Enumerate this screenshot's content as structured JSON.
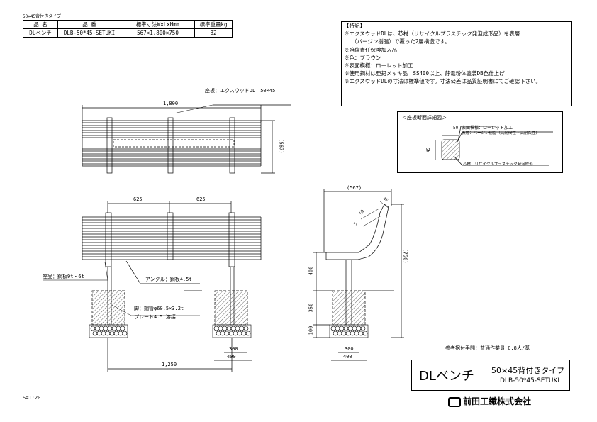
{
  "header": {
    "type_label": "50×45背付きタイプ"
  },
  "spec_table": {
    "headers": [
      "品 名",
      "品 番",
      "標準寸法W×L×Hmm",
      "標準重量kg"
    ],
    "row": [
      "DLベンチ",
      "DLB-50*45-SETUKI",
      "567×1,800×750",
      "82"
    ]
  },
  "features": {
    "title": "【特記】",
    "lines": [
      "※エクスウッドDLは、芯材（リサイクルプラスチック発泡成形品）を表層",
      "（バージン樹脂）で覆った2層構造です。",
      "※賠償責任保険加入品",
      "※色：ブラウン",
      "※表面模様：ローレット加工",
      "※使用鋼材は亜鉛メッキ品　SS400以上、静電粉体塗装DB色仕上げ",
      "※エクスウッドDLの寸法は標準値です。寸法公差は品質証明書にてご確認下さい。"
    ]
  },
  "section_detail": {
    "title": "＜座板断面詳細図＞",
    "label_pattern": "表面模様：ローレット加工",
    "label_surface": "表層：バージン樹脂（高耐候性・高耐久性）",
    "label_core": "芯材：リサイクルプラスチック発泡成形",
    "dim_w": "50",
    "dim_h": "45"
  },
  "plan_view": {
    "seat_label": "座板：エクスウッドDL　50×45",
    "dim_length": "1,800",
    "dim_width": "(567)"
  },
  "front_view": {
    "dim_left": "625",
    "dim_right": "625",
    "label_seat_support": "座受：鋼板9t・6t",
    "label_angle": "アングル：鋼板4.5t",
    "label_leg": "脚：鋼管φ60.5×3.2t",
    "label_plate": "プレート4.5t溶接",
    "dim_footing1": "300",
    "dim_footing2": "400",
    "dim_span": "1,250"
  },
  "side_view": {
    "dim_top": "(567)",
    "dim_45": "45",
    "dim_50": "50",
    "dim_5": "5",
    "dim_height": "(750)",
    "dim_400": "400",
    "dim_350": "350",
    "dim_100": "100",
    "dim_footing1": "300",
    "dim_footing2": "400"
  },
  "install_note": "参考据付手間：普通作業員 0.8人/基",
  "title_block": {
    "product_name": "DLベンチ",
    "type": "50×45背付きタイプ",
    "code": "DLB-50*45-SETUKI"
  },
  "scale": "S=1:20",
  "company": "前田工繊株式会社"
}
